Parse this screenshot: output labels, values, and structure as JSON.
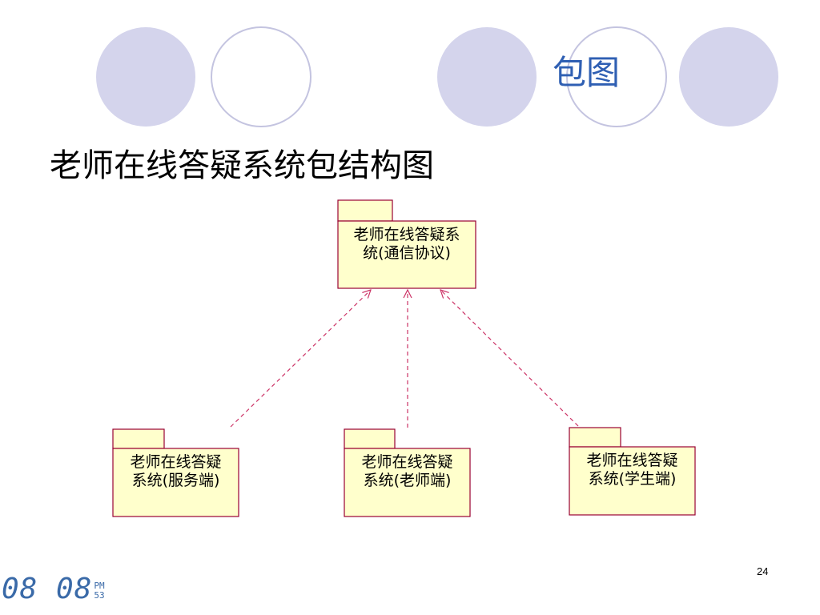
{
  "slide": {
    "title": "包图",
    "subtitle": "老师在线答疑系统包结构图",
    "page_number": "24"
  },
  "diagram": {
    "packages": [
      {
        "id": "protocol",
        "line1": "老师在线答疑系",
        "line2": "统(通信协议)"
      },
      {
        "id": "server",
        "line1": "老师在线答疑",
        "line2": "系统(服务端)"
      },
      {
        "id": "teacher",
        "line1": "老师在线答疑",
        "line2": "系统(老师端)"
      },
      {
        "id": "student",
        "line1": "老师在线答疑",
        "line2": "系统(学生端)"
      }
    ],
    "dependencies": [
      {
        "from": "server",
        "to": "protocol"
      },
      {
        "from": "teacher",
        "to": "protocol"
      },
      {
        "from": "student",
        "to": "protocol"
      }
    ],
    "colors": {
      "package_fill": "#ffffcc",
      "package_border": "#990033",
      "dependency_line": "#cc3366",
      "circle_fill": "#d4d4ec",
      "circle_outline": "#c4c4e0",
      "title": "#2f5fb3"
    }
  },
  "overlay_clock": {
    "time": "08 08",
    "ampm": "PM",
    "seconds": "53"
  }
}
